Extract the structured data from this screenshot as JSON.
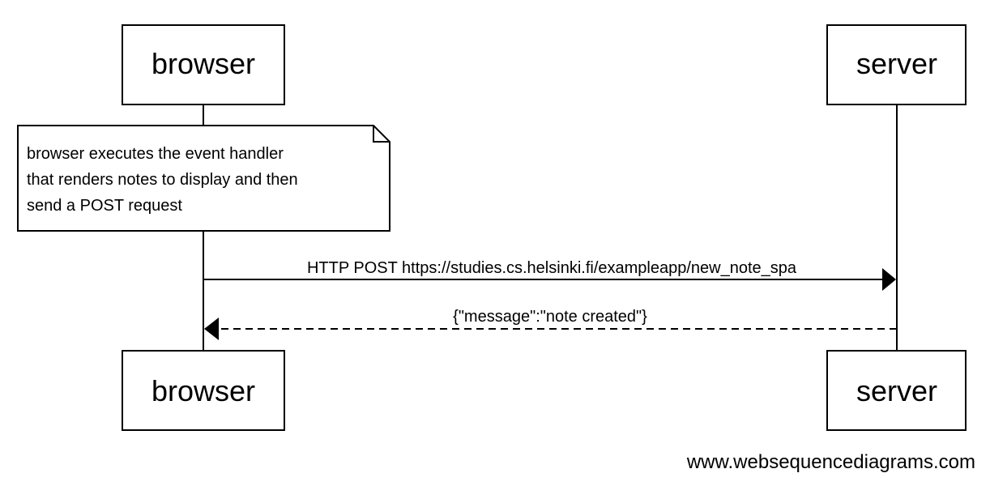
{
  "participants": {
    "browser": {
      "label": "browser"
    },
    "server": {
      "label": "server"
    }
  },
  "note": {
    "lines": [
      "browser executes the event handler",
      "that renders notes to display and then",
      "send a POST request"
    ]
  },
  "messages": [
    {
      "from": "browser",
      "to": "server",
      "style": "solid",
      "label": "HTTP POST https://studies.cs.helsinki.fi/exampleapp/new_note_spa"
    },
    {
      "from": "server",
      "to": "browser",
      "style": "dashed",
      "label": "{\"message\":\"note created\"}"
    }
  ],
  "footer": {
    "watermark": "www.websequencediagrams.com"
  },
  "colors": {
    "stroke": "#000000",
    "fill": "#ffffff",
    "text": "#000000"
  }
}
